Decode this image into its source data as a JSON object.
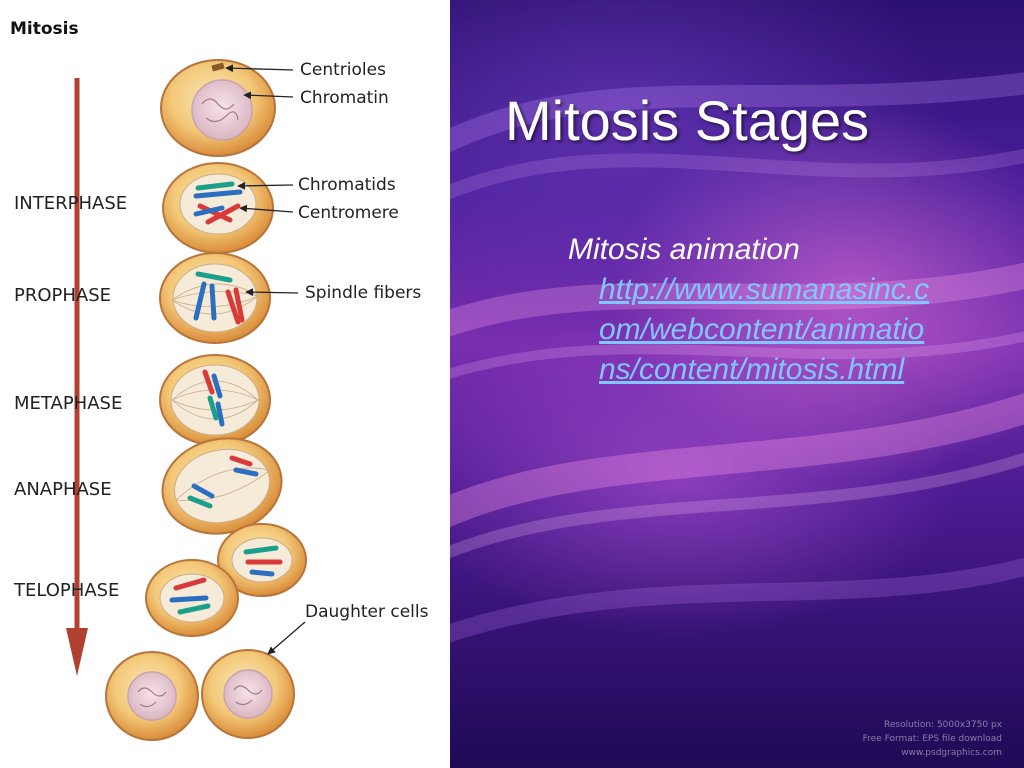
{
  "slide": {
    "title": "Mitosis Stages",
    "bullet_text": "Mitosis animation",
    "bullet_link": "http://www.sumanasinc.com/webcontent/animations/content/mitosis.html"
  },
  "diagram": {
    "title": "Mitosis",
    "stages": [
      "INTERPHASE",
      "PROPHASE",
      "METAPHASE",
      "ANAPHASE",
      "TELOPHASE"
    ],
    "parts": [
      "Centrioles",
      "Chromatin",
      "Chromatids",
      "Centromere",
      "Spindle fibers",
      "Daughter cells"
    ]
  },
  "watermark": {
    "lines": [
      "Resolution: 5000x3750 px",
      "Free Format: EPS file download",
      "www.psdgraphics.com"
    ]
  },
  "colors": {
    "chromatid_red": "#d83a3a",
    "chromatid_blue": "#2a6fc0",
    "chromatid_teal": "#1aa08a",
    "cell_fill": "#f3c878",
    "arrow": "#b04030",
    "link": "#7fc8ff"
  }
}
